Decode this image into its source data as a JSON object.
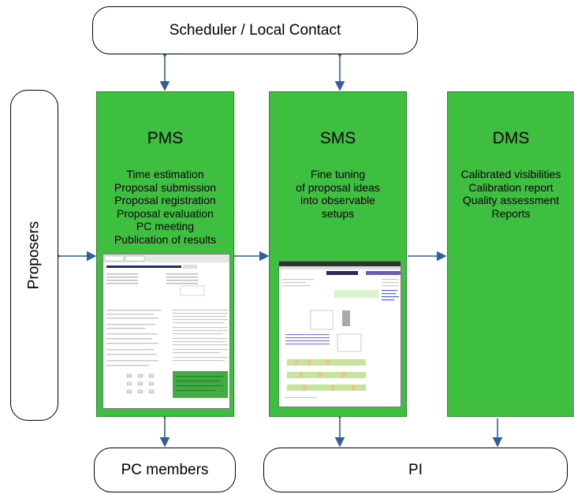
{
  "nodes": {
    "scheduler": "Scheduler / Local Contact",
    "proposers": "Proposers",
    "pc_members": "PC members",
    "pi": "PI"
  },
  "systems": {
    "pms": {
      "title": "PMS",
      "lines": [
        "Time estimation",
        "Proposal submission",
        "Proposal registration",
        "Proposal evaluation",
        "PC meeting",
        "Publication of results"
      ]
    },
    "sms": {
      "title": "SMS",
      "lines": [
        "Fine tuning",
        "of proposal ideas",
        "into observable",
        "setups"
      ]
    },
    "dms": {
      "title": "DMS",
      "lines": [
        "Calibrated visibilities",
        "Calibration report",
        "Quality assessment",
        "Reports"
      ]
    }
  },
  "colors": {
    "box_green": "#3fbf3f",
    "arrow": "#2f5fa0"
  }
}
